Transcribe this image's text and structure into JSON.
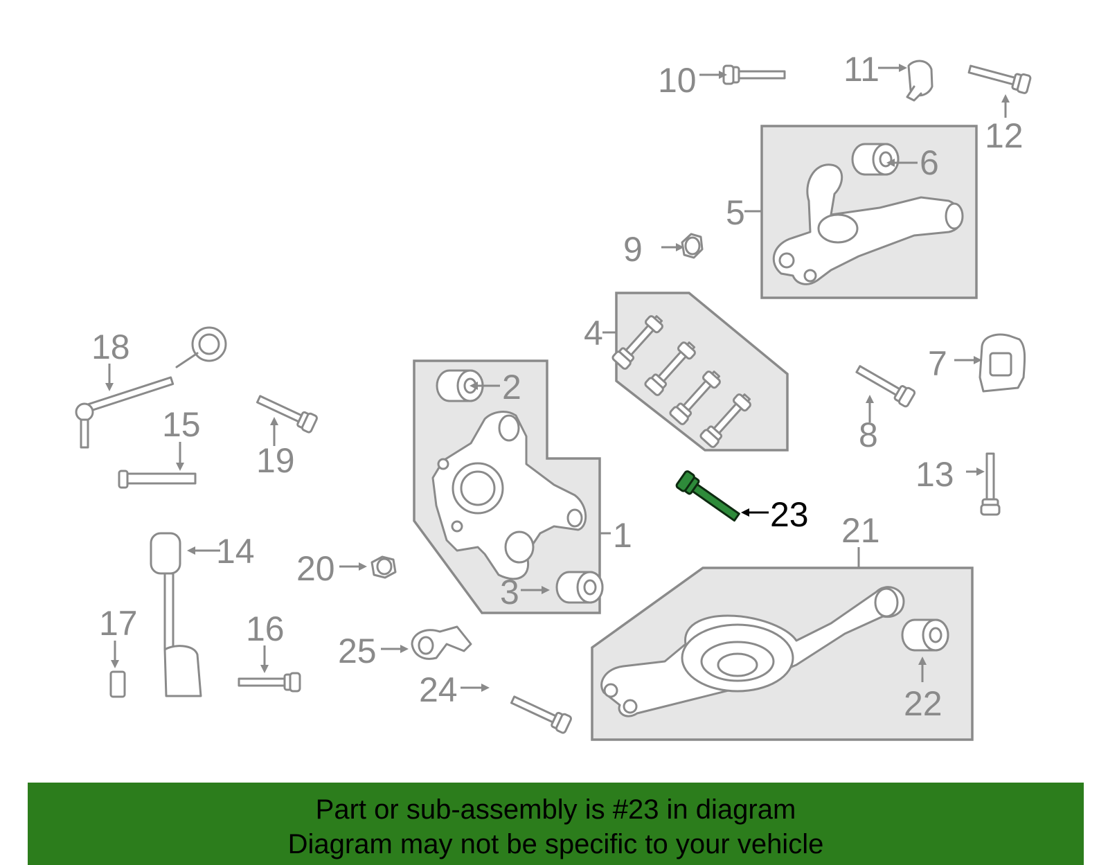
{
  "diagram": {
    "highlight_color": "#2c7d1c",
    "callout_color": "#8a8a8a",
    "highlighted_callout": "23",
    "callouts": {
      "c1": "1",
      "c2": "2",
      "c3": "3",
      "c4": "4",
      "c5": "5",
      "c6": "6",
      "c7": "7",
      "c8": "8",
      "c9": "9",
      "c10": "10",
      "c11": "11",
      "c12": "12",
      "c13": "13",
      "c14": "14",
      "c15": "15",
      "c16": "16",
      "c17": "17",
      "c18": "18",
      "c19": "19",
      "c20": "20",
      "c21": "21",
      "c22": "22",
      "c23": "23",
      "c24": "24",
      "c25": "25"
    }
  },
  "banner": {
    "line1": "Part or sub-assembly is #23 in diagram",
    "line2": "Diagram may not be specific to your vehicle"
  }
}
